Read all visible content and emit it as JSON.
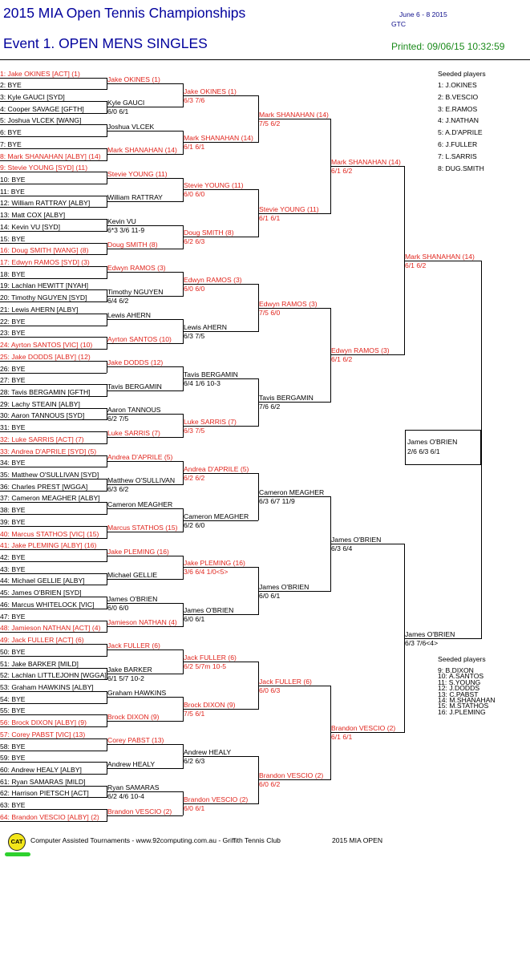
{
  "header": {
    "title": "2015 MIA Open Tennis Championships",
    "event": "Event 1. OPEN MENS SINGLES",
    "dates": "June 6 - 8  2015",
    "venue": "GTC",
    "printed": "Printed: 09/06/15 10:32:59"
  },
  "colors": {
    "title": "#00009c",
    "seed": "#e0241c",
    "printed": "#1a8a1a"
  },
  "draw": [
    {
      "no": "1",
      "text": "1: Jake OKINES [ACT] (1)",
      "seed": true
    },
    {
      "no": "2",
      "text": "2: BYE",
      "seed": false
    },
    {
      "no": "3",
      "text": "3: Kyle GAUCI [SYD]",
      "seed": false
    },
    {
      "no": "4",
      "text": "4: Cooper SAVAGE [GFTH]",
      "seed": false
    },
    {
      "no": "5",
      "text": "5: Joshua VLCEK [WANG]",
      "seed": false
    },
    {
      "no": "6",
      "text": "6: BYE",
      "seed": false
    },
    {
      "no": "7",
      "text": "7: BYE",
      "seed": false
    },
    {
      "no": "8",
      "text": "8: Mark SHANAHAN [ALBY] (14)",
      "seed": true
    },
    {
      "no": "9",
      "text": "9: Stevie YOUNG [SYD] (11)",
      "seed": true
    },
    {
      "no": "10",
      "text": "10: BYE",
      "seed": false
    },
    {
      "no": "11",
      "text": "11: BYE",
      "seed": false
    },
    {
      "no": "12",
      "text": "12: William RATTRAY [ALBY]",
      "seed": false
    },
    {
      "no": "13",
      "text": "13: Matt COX [ALBY]",
      "seed": false
    },
    {
      "no": "14",
      "text": "14: Kevin VU [SYD]",
      "seed": false
    },
    {
      "no": "15",
      "text": "15: BYE",
      "seed": false
    },
    {
      "no": "16",
      "text": "16: Doug SMITH [WANG] (8)",
      "seed": true
    },
    {
      "no": "17",
      "text": "17: Edwyn RAMOS [SYD] (3)",
      "seed": true
    },
    {
      "no": "18",
      "text": "18: BYE",
      "seed": false
    },
    {
      "no": "19",
      "text": "19: Lachlan HEWITT [NYAH]",
      "seed": false
    },
    {
      "no": "20",
      "text": "20: Timothy NGUYEN [SYD]",
      "seed": false
    },
    {
      "no": "21",
      "text": "21: Lewis AHERN [ALBY]",
      "seed": false
    },
    {
      "no": "22",
      "text": "22: BYE",
      "seed": false
    },
    {
      "no": "23",
      "text": "23: BYE",
      "seed": false
    },
    {
      "no": "24",
      "text": "24: Ayrton SANTOS [VIC] (10)",
      "seed": true
    },
    {
      "no": "25",
      "text": "25: Jake DODDS [ALBY] (12)",
      "seed": true
    },
    {
      "no": "26",
      "text": "26: BYE",
      "seed": false
    },
    {
      "no": "27",
      "text": "27: BYE",
      "seed": false
    },
    {
      "no": "28",
      "text": "28: Tavis BERGAMIN [GFTH]",
      "seed": false
    },
    {
      "no": "29",
      "text": "29: Lachy STEAIN [ALBY]",
      "seed": false
    },
    {
      "no": "30",
      "text": "30: Aaron TANNOUS [SYD]",
      "seed": false
    },
    {
      "no": "31",
      "text": "31: BYE",
      "seed": false
    },
    {
      "no": "32",
      "text": "32: Luke SARRIS [ACT] (7)",
      "seed": true
    },
    {
      "no": "33",
      "text": "33: Andrea D'APRILE [SYD] (5)",
      "seed": true
    },
    {
      "no": "34",
      "text": "34: BYE",
      "seed": false
    },
    {
      "no": "35",
      "text": "35: Matthew O'SULLIVAN [SYD]",
      "seed": false
    },
    {
      "no": "36",
      "text": "36: Charles PREST [WGGA]",
      "seed": false
    },
    {
      "no": "37",
      "text": "37: Cameron MEAGHER [ALBY]",
      "seed": false
    },
    {
      "no": "38",
      "text": "38: BYE",
      "seed": false
    },
    {
      "no": "39",
      "text": "39: BYE",
      "seed": false
    },
    {
      "no": "40",
      "text": "40: Marcus STATHOS [VIC] (15)",
      "seed": true
    },
    {
      "no": "41",
      "text": "41: Jake PLEMING [ALBY] (16)",
      "seed": true
    },
    {
      "no": "42",
      "text": "42: BYE",
      "seed": false
    },
    {
      "no": "43",
      "text": "43: BYE",
      "seed": false
    },
    {
      "no": "44",
      "text": "44: Michael GELLIE [ALBY]",
      "seed": false
    },
    {
      "no": "45",
      "text": "45: James O'BRIEN [SYD]",
      "seed": false
    },
    {
      "no": "46",
      "text": "46: Marcus WHITELOCK [VIC]",
      "seed": false
    },
    {
      "no": "47",
      "text": "47: BYE",
      "seed": false
    },
    {
      "no": "48",
      "text": "48: Jamieson NATHAN [ACT] (4)",
      "seed": true
    },
    {
      "no": "49",
      "text": "49: Jack FULLER [ACT] (6)",
      "seed": true
    },
    {
      "no": "50",
      "text": "50: BYE",
      "seed": false
    },
    {
      "no": "51",
      "text": "51: Jake BARKER [MILD]",
      "seed": false
    },
    {
      "no": "52",
      "text": "52: Lachlan LITTLEJOHN [WGGA]",
      "seed": false
    },
    {
      "no": "53",
      "text": "53: Graham HAWKINS [ALBY]",
      "seed": false
    },
    {
      "no": "54",
      "text": "54: BYE",
      "seed": false
    },
    {
      "no": "55",
      "text": "55: BYE",
      "seed": false
    },
    {
      "no": "56",
      "text": "56: Brock DIXON [ALBY] (9)",
      "seed": true
    },
    {
      "no": "57",
      "text": "57: Corey PABST [VIC] (13)",
      "seed": true
    },
    {
      "no": "58",
      "text": "58: BYE",
      "seed": false
    },
    {
      "no": "59",
      "text": "59: BYE",
      "seed": false
    },
    {
      "no": "60",
      "text": "60: Andrew HEALY [ALBY]",
      "seed": false
    },
    {
      "no": "61",
      "text": "61: Ryan SAMARAS [MILD]",
      "seed": false
    },
    {
      "no": "62",
      "text": "62: Harrison PIETSCH [ACT]",
      "seed": false
    },
    {
      "no": "63",
      "text": "63: BYE",
      "seed": false
    },
    {
      "no": "64",
      "text": "64: Brandon VESCIO [ALBY] (2)",
      "seed": true
    }
  ],
  "round2": [
    {
      "name": "Jake OKINES (1)",
      "score": "",
      "seed": true
    },
    {
      "name": "Kyle GAUCI",
      "score": "6/0 6/1",
      "seed": false
    },
    {
      "name": "Joshua VLCEK",
      "score": "",
      "seed": false
    },
    {
      "name": "Mark SHANAHAN (14)",
      "score": "",
      "seed": true
    },
    {
      "name": "Stevie YOUNG (11)",
      "score": "",
      "seed": true
    },
    {
      "name": "William RATTRAY",
      "score": "",
      "seed": false
    },
    {
      "name": "Kevin VU",
      "score": "6*3 3/6 11-9",
      "seed": false
    },
    {
      "name": "Doug SMITH (8)",
      "score": "",
      "seed": true
    },
    {
      "name": "Edwyn RAMOS (3)",
      "score": "",
      "seed": true
    },
    {
      "name": "Timothy NGUYEN",
      "score": "6/4 6/2",
      "seed": false
    },
    {
      "name": "Lewis AHERN",
      "score": "",
      "seed": false
    },
    {
      "name": "Ayrton SANTOS (10)",
      "score": "",
      "seed": true
    },
    {
      "name": "Jake DODDS (12)",
      "score": "",
      "seed": true
    },
    {
      "name": "Tavis BERGAMIN",
      "score": "",
      "seed": false
    },
    {
      "name": "Aaron TANNOUS",
      "score": "6/2 7/5",
      "seed": false
    },
    {
      "name": "Luke SARRIS (7)",
      "score": "",
      "seed": true
    },
    {
      "name": "Andrea D'APRILE (5)",
      "score": "",
      "seed": true
    },
    {
      "name": "Matthew O'SULLIVAN",
      "score": "6/3 6/2",
      "seed": false
    },
    {
      "name": "Cameron MEAGHER",
      "score": "",
      "seed": false
    },
    {
      "name": "Marcus STATHOS (15)",
      "score": "",
      "seed": true
    },
    {
      "name": "Jake PLEMING (16)",
      "score": "",
      "seed": true
    },
    {
      "name": "Michael GELLIE",
      "score": "",
      "seed": false
    },
    {
      "name": "James O'BRIEN",
      "score": "6/0 6/0",
      "seed": false
    },
    {
      "name": "Jamieson NATHAN (4)",
      "score": "",
      "seed": true
    },
    {
      "name": "Jack FULLER (6)",
      "score": "",
      "seed": true
    },
    {
      "name": "Jake BARKER",
      "score": "6/1 5/7 10-2",
      "seed": false
    },
    {
      "name": "Graham HAWKINS",
      "score": "",
      "seed": false
    },
    {
      "name": "Brock DIXON (9)",
      "score": "",
      "seed": true
    },
    {
      "name": "Corey PABST (13)",
      "score": "",
      "seed": true
    },
    {
      "name": "Andrew HEALY",
      "score": "",
      "seed": false
    },
    {
      "name": "Ryan SAMARAS",
      "score": "6/2 4/6 10-4",
      "seed": false
    },
    {
      "name": "Brandon VESCIO (2)",
      "score": "",
      "seed": true
    }
  ],
  "round3": [
    {
      "name": "Jake OKINES (1)",
      "score": "6/3 7/6",
      "seed": true
    },
    {
      "name": "Mark SHANAHAN (14)",
      "score": "6/1 6/1",
      "seed": true
    },
    {
      "name": "Stevie YOUNG (11)",
      "score": "6/0 6/0",
      "seed": true
    },
    {
      "name": "Doug SMITH (8)",
      "score": "6/2 6/3",
      "seed": true
    },
    {
      "name": "Edwyn RAMOS (3)",
      "score": "6/0 6/0",
      "seed": true
    },
    {
      "name": "Lewis AHERN",
      "score": "6/3 7/5",
      "seed": false
    },
    {
      "name": "Tavis BERGAMIN",
      "score": "6/4 1/6 10-3",
      "seed": false
    },
    {
      "name": "Luke SARRIS (7)",
      "score": "6/3 7/5",
      "seed": true
    },
    {
      "name": "Andrea D'APRILE (5)",
      "score": "6/2 6/2",
      "seed": true
    },
    {
      "name": "Cameron MEAGHER",
      "score": "6/2 6/0",
      "seed": false
    },
    {
      "name": "Jake PLEMING (16)",
      "score": "3/6 6/4 1/0<5>",
      "seed": true
    },
    {
      "name": "James O'BRIEN",
      "score": "6/0 6/1",
      "seed": false
    },
    {
      "name": "Jack FULLER (6)",
      "score": "6/2 5/7m 10-5",
      "seed": true
    },
    {
      "name": "Brock DIXON (9)",
      "score": "7/5 6/1",
      "seed": true
    },
    {
      "name": "Andrew HEALY",
      "score": "6/2 6/3",
      "seed": false
    },
    {
      "name": "Brandon VESCIO (2)",
      "score": "6/0 6/1",
      "seed": true
    }
  ],
  "round4": [
    {
      "name": "Mark SHANAHAN (14)",
      "score": "7/5 6/2",
      "seed": true
    },
    {
      "name": "Stevie YOUNG (11)",
      "score": "6/1 6/1",
      "seed": true
    },
    {
      "name": "Edwyn RAMOS (3)",
      "score": "7/5 6/0",
      "seed": true
    },
    {
      "name": "Tavis BERGAMIN",
      "score": "7/6 6/2",
      "seed": false
    },
    {
      "name": "Cameron MEAGHER",
      "score": "6/3 6/7 11/9",
      "seed": false
    },
    {
      "name": "James O'BRIEN",
      "score": "6/0 6/1",
      "seed": false
    },
    {
      "name": "Jack FULLER (6)",
      "score": "6/0 6/3",
      "seed": true
    },
    {
      "name": "Brandon VESCIO (2)",
      "score": "6/0 6/2",
      "seed": true
    }
  ],
  "round5": [
    {
      "name": "Mark SHANAHAN (14)",
      "score": "6/1 6/2",
      "seed": true
    },
    {
      "name": "Edwyn RAMOS (3)",
      "score": "6/1 6/2",
      "seed": true
    },
    {
      "name": "James O'BRIEN",
      "score": "6/3 6/4",
      "seed": false
    },
    {
      "name": "Brandon VESCIO (2)",
      "score": "6/1 6/1",
      "seed": true
    }
  ],
  "round6": [
    {
      "name": "Mark SHANAHAN (14)",
      "score": "6/1 6/2",
      "seed": true
    },
    {
      "name": "James O'BRIEN",
      "score": "6/3 7/6<4>",
      "seed": false
    }
  ],
  "champion": {
    "name": "James O'BRIEN",
    "score": "2/6 6/3 6/1"
  },
  "seeded1": {
    "heading": "Seeded players",
    "items": [
      "1: J.OKINES",
      "2: B.VESCIO",
      "3: E.RAMOS",
      "4: J.NATHAN",
      "5: A.D'APRILE",
      "6: J.FULLER",
      "7: L.SARRIS",
      "8: DUG.SMITH"
    ]
  },
  "seeded2": {
    "heading": "Seeded players",
    "items": [
      "9: B.DIXON",
      "10: A.SANTOS",
      "11: S.YOUNG",
      "12: J.DODDS",
      "13: C.PABST",
      "14: M.SHANAHAN",
      "15: M.STATHOS",
      "16: J.PLEMING"
    ]
  },
  "footer": {
    "logo": "CAT",
    "text": "Computer Assisted Tournaments - www.92computing.com.au -  Griffith Tennis Club",
    "event": "2015 MIA OPEN"
  }
}
